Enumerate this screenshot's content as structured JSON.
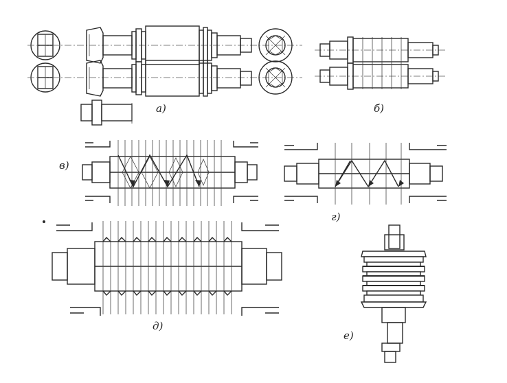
{
  "figure": {
    "panels": [
      {
        "id": "a",
        "label": "а)"
      },
      {
        "id": "b",
        "label": "б)"
      },
      {
        "id": "v",
        "label": "в)"
      },
      {
        "id": "g",
        "label": "г)"
      },
      {
        "id": "d",
        "label": "д)"
      },
      {
        "id": "e",
        "label": "е)"
      }
    ],
    "ink_color": "#2a2a2a",
    "background_color": "#ffffff"
  }
}
